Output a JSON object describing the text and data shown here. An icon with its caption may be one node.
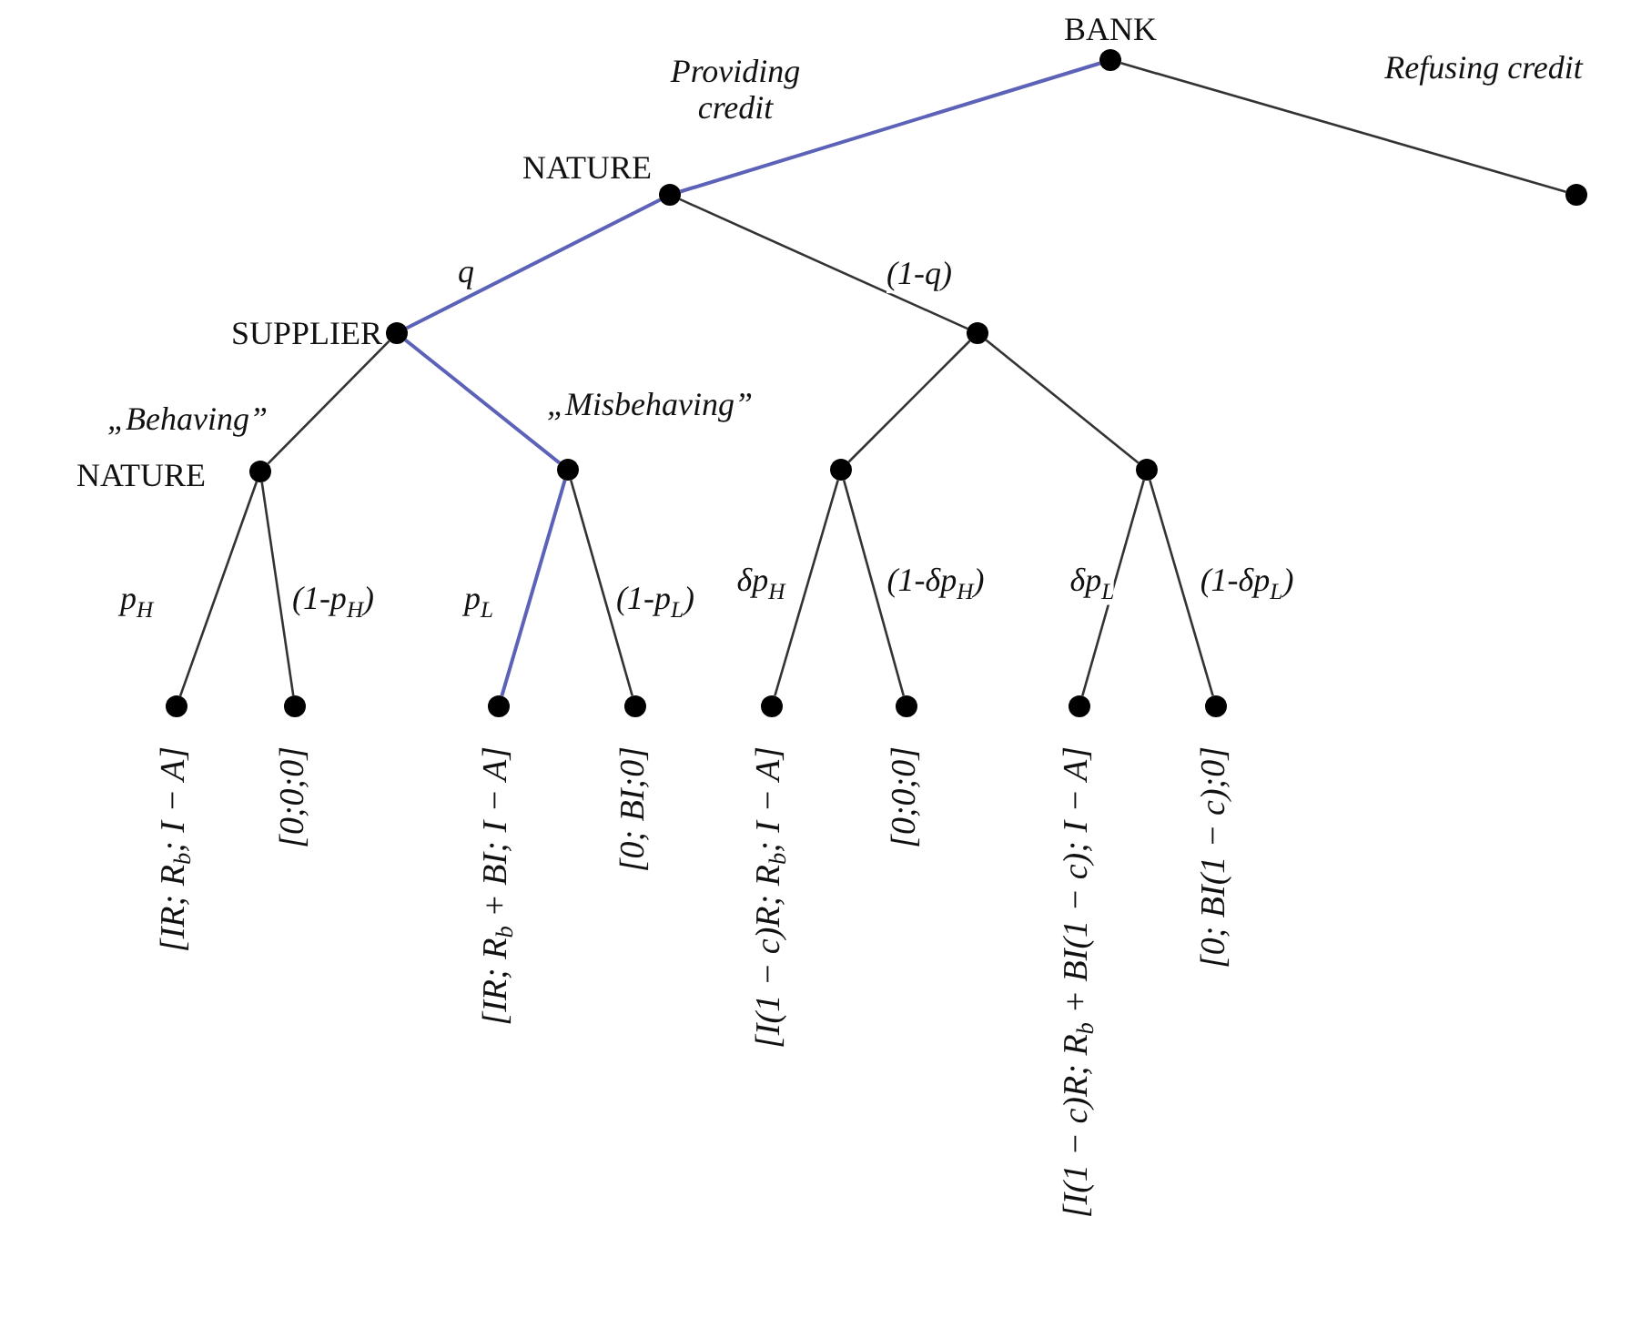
{
  "diagram": {
    "nodes": [
      {
        "text": [],
        "shape": "circle",
        "beside": [
          "BANK"
        ]
      },
      {
        "text": [],
        "shape": "circle",
        "beside": [
          "NATURE"
        ]
      },
      {
        "text": [],
        "shape": "circle"
      },
      {
        "text": [],
        "shape": "circle",
        "beside": [
          "SUPPLIER"
        ]
      },
      {
        "text": [],
        "shape": "circle"
      },
      {
        "text": [],
        "shape": "circle",
        "beside": [
          "NATURE"
        ]
      },
      {
        "text": [],
        "shape": "circle"
      },
      {
        "text": [],
        "shape": "circle"
      },
      {
        "text": [],
        "shape": "circle"
      },
      {
        "text": [],
        "shape": "circle",
        "beside": [
          "[IR; R$_{b}$; I − A]"
        ]
      },
      {
        "text": [],
        "shape": "circle",
        "beside": [
          "[0;0;0]"
        ]
      },
      {
        "text": [],
        "shape": "circle",
        "beside": [
          "[IR; R$_{b}$ + BI; I − A]"
        ]
      },
      {
        "text": [],
        "shape": "circle",
        "beside": [
          "[0; BI;0]"
        ]
      },
      {
        "text": [],
        "shape": "circle",
        "beside": [
          "[I(1 − c)R; R$_{b}$; I − A]"
        ]
      },
      {
        "text": [],
        "shape": "circle",
        "beside": [
          "[0;0;0]"
        ]
      },
      {
        "text": [],
        "shape": "circle",
        "beside": [
          "[I(1 − c)R; R$_{b}$ + BI(1 − c); I − A]"
        ]
      },
      {
        "text": [],
        "shape": "circle",
        "beside": [
          "[0; BI(1 − c);0]"
        ]
      }
    ],
    "edges": [
      {
        "from": 0,
        "to": 1,
        "arrow": "none",
        "label": "Providing credit",
        "color": "#5b62b8"
      },
      {
        "from": 0,
        "to": 2,
        "arrow": "none",
        "label": "Refusing credit"
      },
      {
        "from": 1,
        "to": 3,
        "arrow": "none",
        "label": "q",
        "color": "#5b62b8"
      },
      {
        "from": 1,
        "to": 4,
        "arrow": "none",
        "label": "(1-q)"
      },
      {
        "from": 3,
        "to": 5,
        "arrow": "none",
        "label": "„Behaving”"
      },
      {
        "from": 3,
        "to": 6,
        "arrow": "none",
        "label": "„Misbehaving”",
        "color": "#5b62b8"
      },
      {
        "from": 4,
        "to": 7,
        "arrow": "none"
      },
      {
        "from": 4,
        "to": 8,
        "arrow": "none"
      },
      {
        "from": 5,
        "to": 9,
        "arrow": "none",
        "label": "p$_{H}$"
      },
      {
        "from": 5,
        "to": 10,
        "arrow": "none",
        "label": "(1-p$_{H}$)"
      },
      {
        "from": 6,
        "to": 11,
        "arrow": "none",
        "label": "p$_{L}$",
        "color": "#5b62b8"
      },
      {
        "from": 6,
        "to": 12,
        "arrow": "none",
        "label": "(1-p$_{L}$)"
      },
      {
        "from": 7,
        "to": 13,
        "arrow": "none",
        "label": "δp$_{H}$"
      },
      {
        "from": 7,
        "to": 14,
        "arrow": "none",
        "label": "(1-δp$_{H}$)"
      },
      {
        "from": 8,
        "to": 15,
        "arrow": "none",
        "label": "δp$_{L}$"
      },
      {
        "from": 8,
        "to": 16,
        "arrow": "none",
        "label": "(1-δp$_{L}$)"
      }
    ]
  }
}
